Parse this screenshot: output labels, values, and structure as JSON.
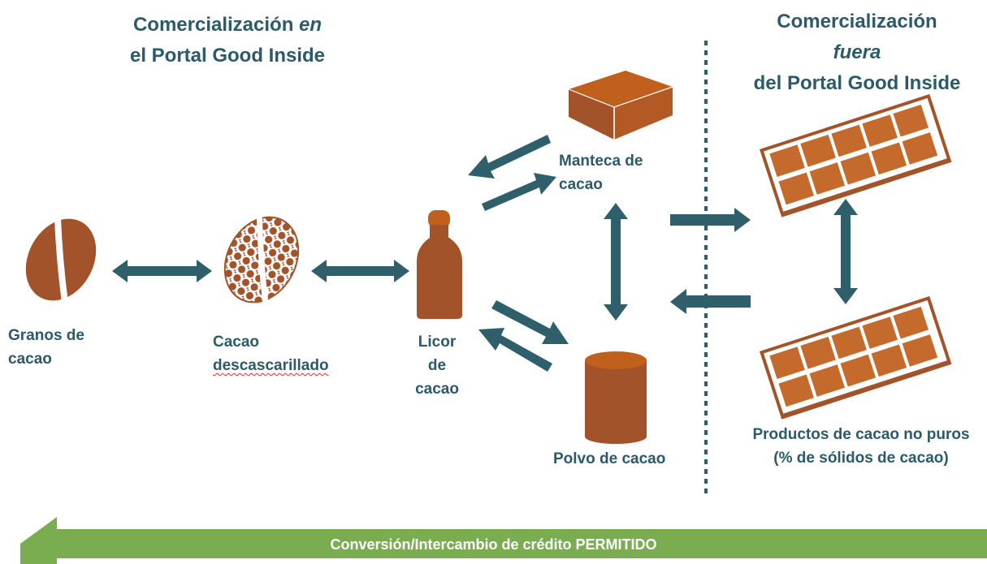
{
  "headings": {
    "left_line1_pre": "Comercialización ",
    "left_line1_em": "en",
    "left_line2": "el Portal Good Inside",
    "right_line1": "Comercialización",
    "right_line2_em": "fuera",
    "right_line3": "del Portal Good Inside"
  },
  "labels": {
    "granos_1": "Granos de",
    "granos_2": "cacao",
    "descas_1": "Cacao",
    "descas_2": "descascarillado",
    "licor_1": "Licor",
    "licor_2": "de",
    "licor_3": "cacao",
    "manteca_1": "Manteca de",
    "manteca_2": "cacao",
    "polvo": "Polvo de cacao",
    "productos_1": "Productos de cacao no puros",
    "productos_2": "(% de sólidos de cacao)"
  },
  "banner": {
    "text": "Conversión/Intercambio de crédito PERMITIDO"
  },
  "colors": {
    "heading": "#2b5a68",
    "arrow": "#2e5f6b",
    "product_brown": "#a2532a",
    "butter_orange": "#c1601d",
    "bar_orange": "#c56a2d",
    "banner_green": "#79ad50"
  }
}
